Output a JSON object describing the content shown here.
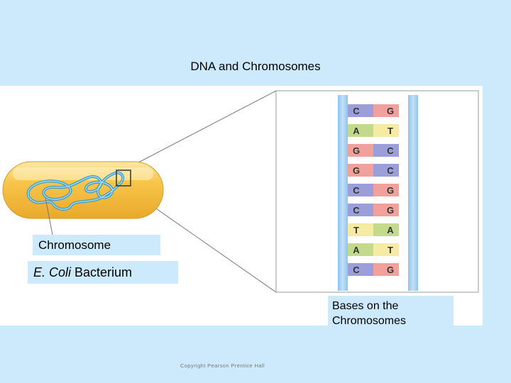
{
  "title": "DNA and Chromosomes",
  "labels": {
    "chromosome": "Chromosome",
    "bacterium_italic": "E. Coli",
    "bacterium_rest": " Bacterium",
    "bases": "Bases on the Chromosomes"
  },
  "base_pairs": [
    {
      "left": "C",
      "right": "G"
    },
    {
      "left": "A",
      "right": "T"
    },
    {
      "left": "G",
      "right": "C"
    },
    {
      "left": "G",
      "right": "C"
    },
    {
      "left": "C",
      "right": "G"
    },
    {
      "left": "C",
      "right": "G"
    },
    {
      "left": "T",
      "right": "A"
    },
    {
      "left": "A",
      "right": "T"
    },
    {
      "left": "C",
      "right": "G"
    }
  ],
  "base_colors": {
    "C": "#9b9ed8",
    "G": "#f1a09b",
    "A": "#c3d98c",
    "T": "#f5eba2"
  },
  "copyright": "Copyright Pearson Prentice Hall"
}
